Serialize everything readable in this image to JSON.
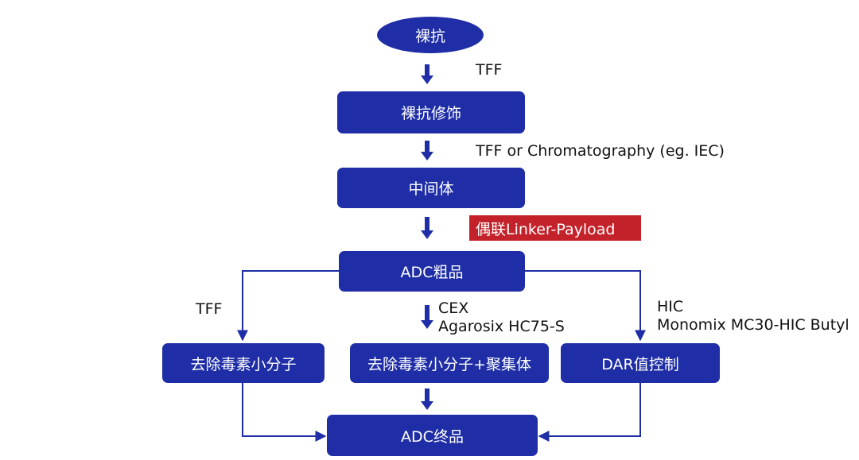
{
  "nodes": {
    "start": "裸抗",
    "modify": "裸抗修饰",
    "intermediate": "中间体",
    "crude": "ADC粗品",
    "remove_small": "去除毒素小分子",
    "remove_small_agg": "去除毒素小分子+聚集体",
    "dar_control": "DAR值控制",
    "final": "ADC终品"
  },
  "labels": {
    "tff_1": "TFF",
    "tff_chrom": "TFF or Chromatography (eg. IEC)",
    "conjugation": "偶联Linker-Payload",
    "tff_left": "TFF",
    "cex": "CEX",
    "cex_resin": "Agarosix HC75-S",
    "hic": "HIC",
    "hic_resin": "Monomix MC30-HIC Butyl"
  },
  "colors": {
    "node_fill": "#1f2ea6",
    "highlight_fill": "#c4222a"
  }
}
